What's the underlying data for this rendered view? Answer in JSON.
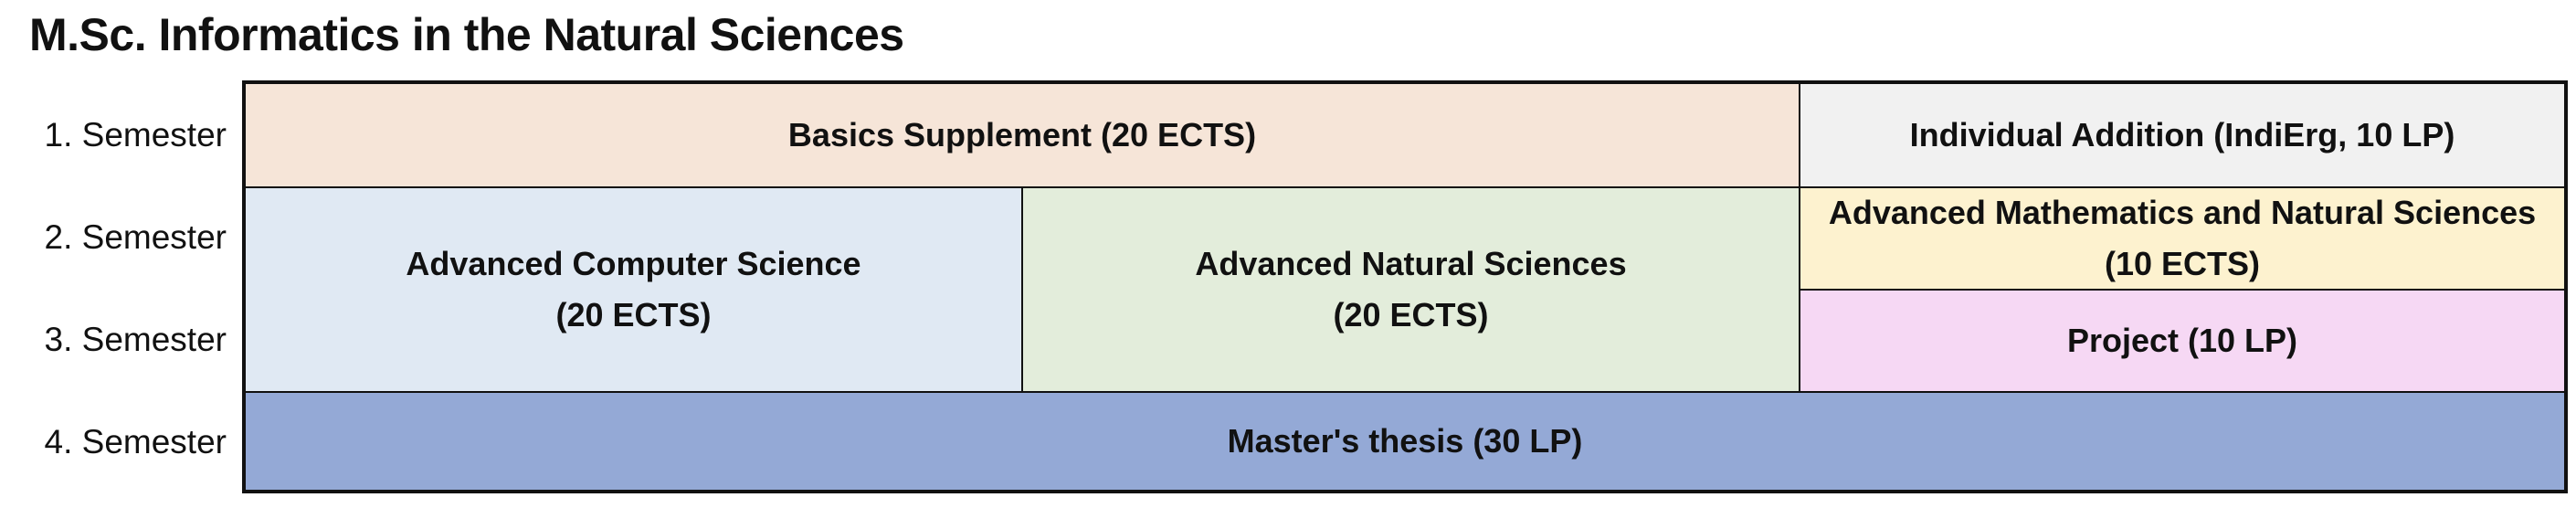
{
  "page": {
    "title": "M.Sc. Informatics in the Natural Sciences"
  },
  "semesters": [
    "1. Semester",
    "2. Semester",
    "3. Semester",
    "4. Semester"
  ],
  "modules": {
    "basics_supplement": "Basics Supplement (20 ECTS)",
    "individual_addition": "Individual Addition (IndiErg, 10 LP)",
    "advanced_computer_science": "Advanced Computer Science\n(20 ECTS)",
    "advanced_natural_sciences": "Advanced Natural Sciences\n(20 ECTS)",
    "advanced_math_natural_sciences": "Advanced Mathematics and Natural Sciences\n(10 ECTS)",
    "project": "Project (10 LP)",
    "masters_thesis": "Master's thesis  (30 LP)"
  },
  "colors": {
    "basics_supplement": "#f6e5d8",
    "individual_addition": "#f1f1f1",
    "advanced_computer_science": "#e0e9f3",
    "advanced_natural_sciences": "#e3eddb",
    "advanced_math_natural_sciences": "#fdf2cf",
    "project": "#f6d8f4",
    "masters_thesis": "#94a9d6"
  }
}
